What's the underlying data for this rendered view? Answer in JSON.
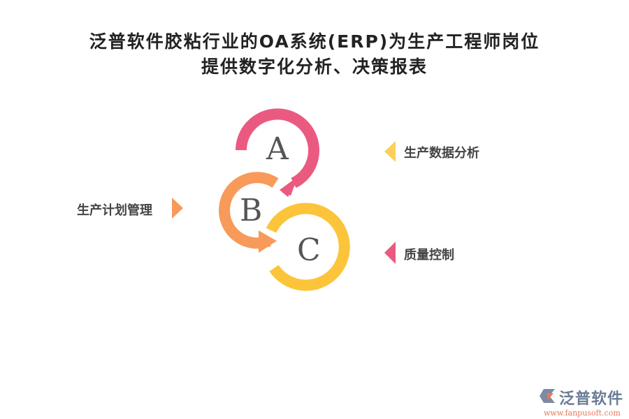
{
  "title": {
    "line1": "泛普软件胶粘行业的OA系统(ERP)为生产工程师岗位",
    "line2": "提供数字化分析、决策报表"
  },
  "cycle": {
    "letters": [
      "A",
      "B",
      "C"
    ],
    "colors": {
      "a": "#ea5a80",
      "b": "#f79a5a",
      "c": "#fcc43a"
    }
  },
  "labels": {
    "a": "生产数据分析",
    "b": "生产计划管理",
    "c": "质量控制"
  },
  "logo": {
    "name": "泛普软件",
    "url": "www.fanpusoft.com"
  }
}
